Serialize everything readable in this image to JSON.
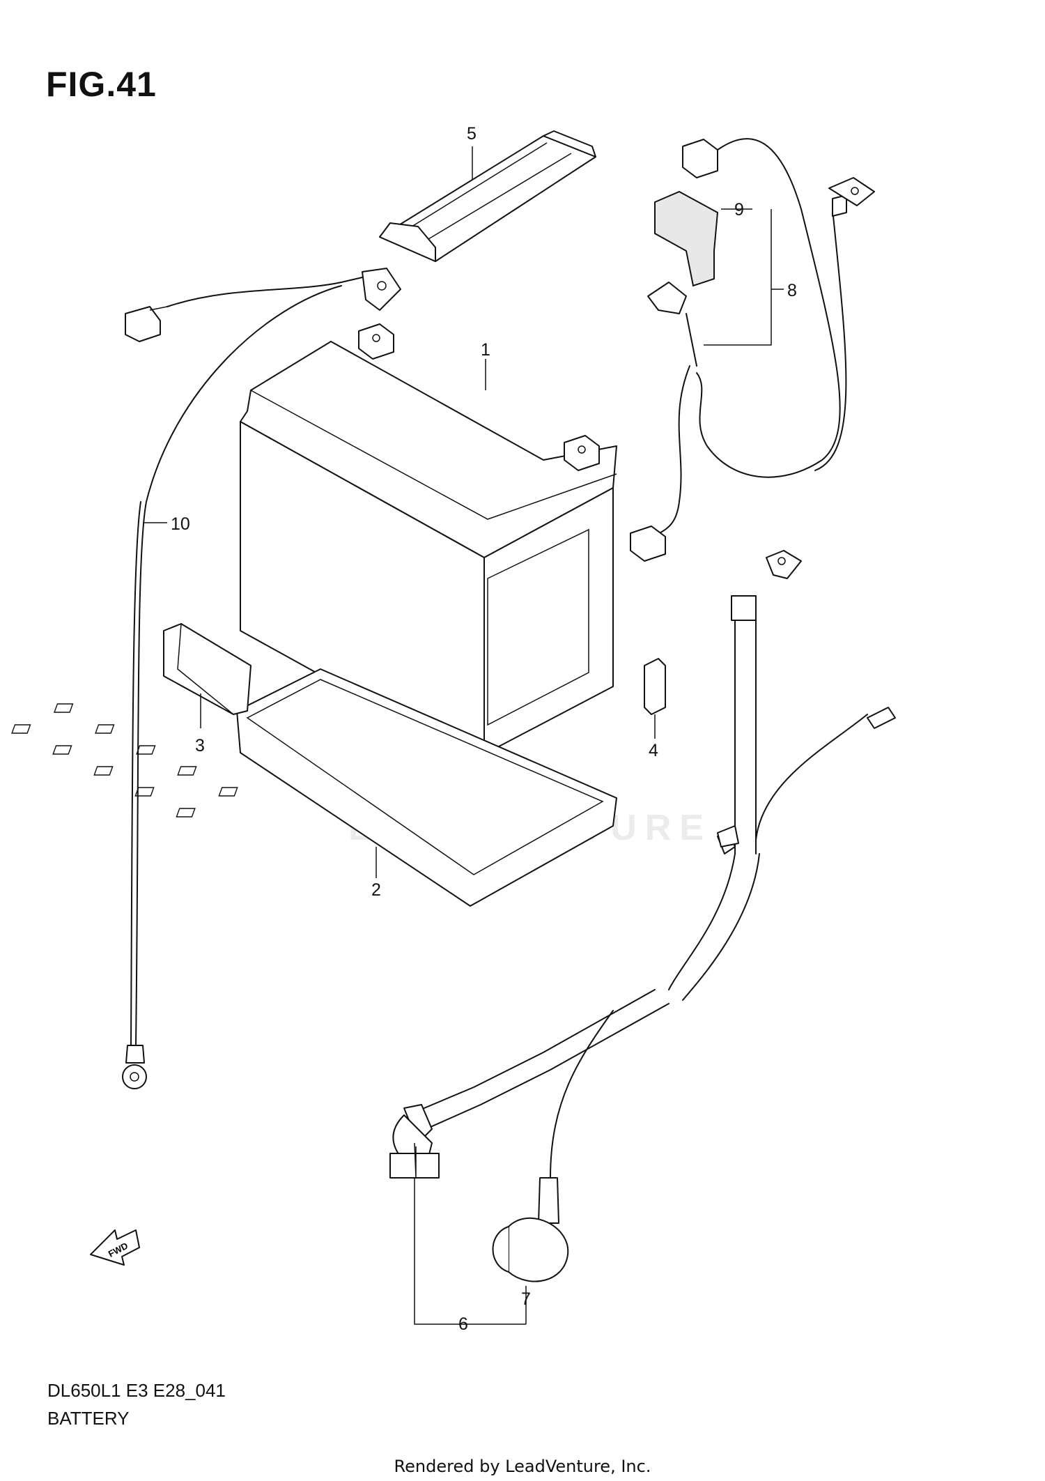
{
  "figure": {
    "title": "FIG.41"
  },
  "callouts": [
    {
      "id": "1",
      "label": "1"
    },
    {
      "id": "2",
      "label": "2"
    },
    {
      "id": "3",
      "label": "3"
    },
    {
      "id": "4",
      "label": "4"
    },
    {
      "id": "5",
      "label": "5"
    },
    {
      "id": "6",
      "label": "6"
    },
    {
      "id": "7",
      "label": "7"
    },
    {
      "id": "8",
      "label": "8"
    },
    {
      "id": "9",
      "label": "9"
    },
    {
      "id": "10",
      "label": "10"
    }
  ],
  "fwd_label": "FWD",
  "watermark": "LEADVENTURE",
  "footer": {
    "model_code": "DL650L1 E3 E28_041",
    "section_name": "BATTERY",
    "credit": "Rendered by LeadVenture, Inc."
  }
}
